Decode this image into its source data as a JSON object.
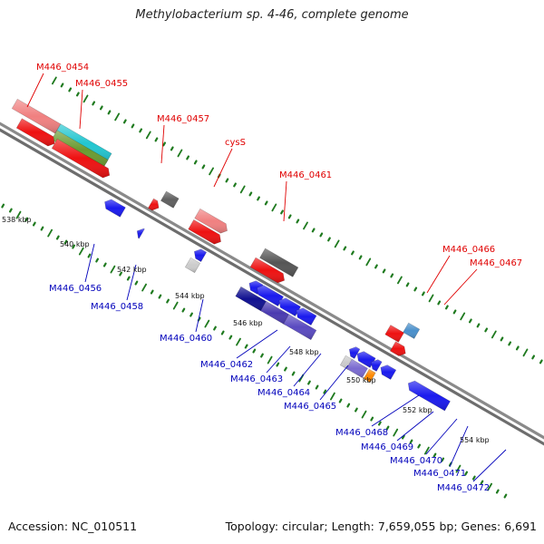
{
  "title": "Methylobacterium sp. 4-46, complete genome",
  "footer": {
    "accession": "Accession: NC_010511",
    "stats": "Topology: circular; Length: 7,659,055 bp; Genes: 6,691"
  },
  "colors": {
    "backbone": "#7d7d7d",
    "forward_label": "#e00000",
    "reverse_label": "#0000bb",
    "tick": "#1f7a1f"
  },
  "forward_labels": [
    "M446_0454",
    "M446_0455",
    "M446_0457",
    "cysS",
    "M446_0461",
    "M446_0466",
    "M446_0467"
  ],
  "reverse_labels": [
    "M446_0456",
    "M446_0458",
    "M446_0460",
    "M446_0462",
    "M446_0463",
    "M446_0464",
    "M446_0465",
    "M446_0468",
    "M446_0469",
    "M446_0470",
    "M446_0471",
    "M446_0472"
  ],
  "kbp_labels": [
    "538 kbp",
    "540 kbp",
    "542 kbp",
    "544 kbp",
    "546 kbp",
    "548 kbp",
    "550 kbp",
    "552 kbp",
    "554 kbp"
  ]
}
